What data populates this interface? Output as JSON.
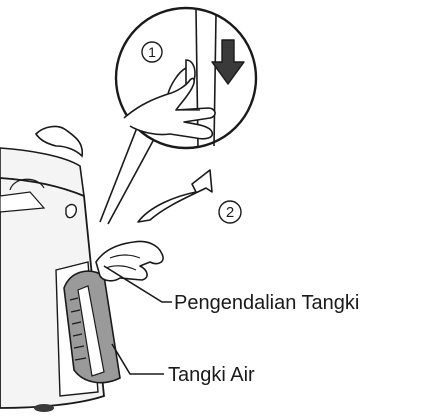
{
  "diagram": {
    "steps": [
      {
        "number": "1",
        "symbol": "①"
      },
      {
        "number": "2",
        "symbol": "②"
      }
    ],
    "callouts": {
      "tank_handle": "Pengendalian Tangki",
      "water_tank": "Tangki Air"
    },
    "icons": {
      "push_arrow": "down-arrow-icon",
      "lift_arrow": "curved-up-arrow-icon"
    },
    "colors": {
      "line": "#1a1a1a",
      "arrow_fill": "#3a3a3a",
      "tank_shade": "#9a9a9a",
      "body_light": "#f4f4f4"
    }
  }
}
